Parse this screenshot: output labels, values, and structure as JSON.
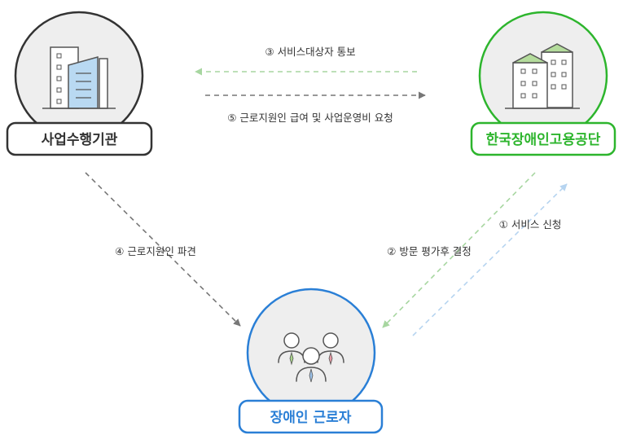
{
  "colors": {
    "agency": "#333333",
    "kead": "#2db52d",
    "worker": "#2a7fd6",
    "arrow_gray": "#777777",
    "arrow_green": "#a7d6a0",
    "arrow_blue": "#b6d4f0",
    "circle_fill": "#eeeeee",
    "building_blue": "#b9d9f2",
    "roof_green": "#b4dc9c"
  },
  "nodes": {
    "agency": {
      "label": "사업수행기관",
      "icon": "office-building-icon"
    },
    "kead": {
      "label": "한국장애인고용공단",
      "icon": "apartment-building-icon"
    },
    "worker": {
      "label": "장애인 근로자",
      "icon": "people-group-icon"
    }
  },
  "flows": {
    "f1": "① 서비스 신청",
    "f2": "② 방문 평가후 결정",
    "f3": "③ 서비스대상자 통보",
    "f4": "④ 근로지원인 파견",
    "f5": "⑤ 근로지원인 급여 및 사업운영비 요청"
  }
}
